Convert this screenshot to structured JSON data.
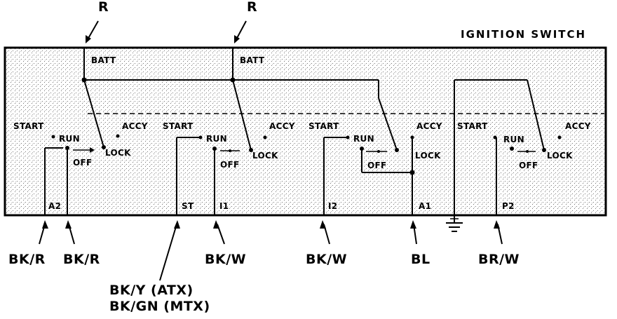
{
  "diagram": {
    "title": "IGNITION SWITCH",
    "batt_wire_left": "R",
    "batt_wire_right": "R",
    "switches": [
      {
        "batt": "BATT",
        "start": "START",
        "run": "RUN",
        "accy": "ACCY",
        "off": "OFF",
        "lock": "LOCK"
      },
      {
        "batt": "BATT",
        "start": "START",
        "run": "RUN",
        "accy": "ACCY",
        "off": "OFF",
        "lock": "LOCK"
      },
      {
        "start": "START",
        "run": "RUN",
        "accy": "ACCY",
        "off": "OFF",
        "lock": "LOCK"
      },
      {
        "start": "START",
        "run": "RUN",
        "accy": "ACCY",
        "off": "OFF",
        "lock": "LOCK"
      }
    ],
    "terminals": [
      "A2",
      "ST",
      "I1",
      "I2",
      "A1",
      "P2"
    ],
    "wires": {
      "a2_left": "BK/R",
      "a2_right": "BK/R",
      "st_line1": "BK/Y (ATX)",
      "st_line2": "BK/GN (MTX)",
      "i1": "BK/W",
      "i2": "BK/W",
      "a1": "BL",
      "p2": "BR/W"
    },
    "colors": {
      "ink": "#000000",
      "stipple": "#555555",
      "paper": "#ffffff"
    }
  }
}
